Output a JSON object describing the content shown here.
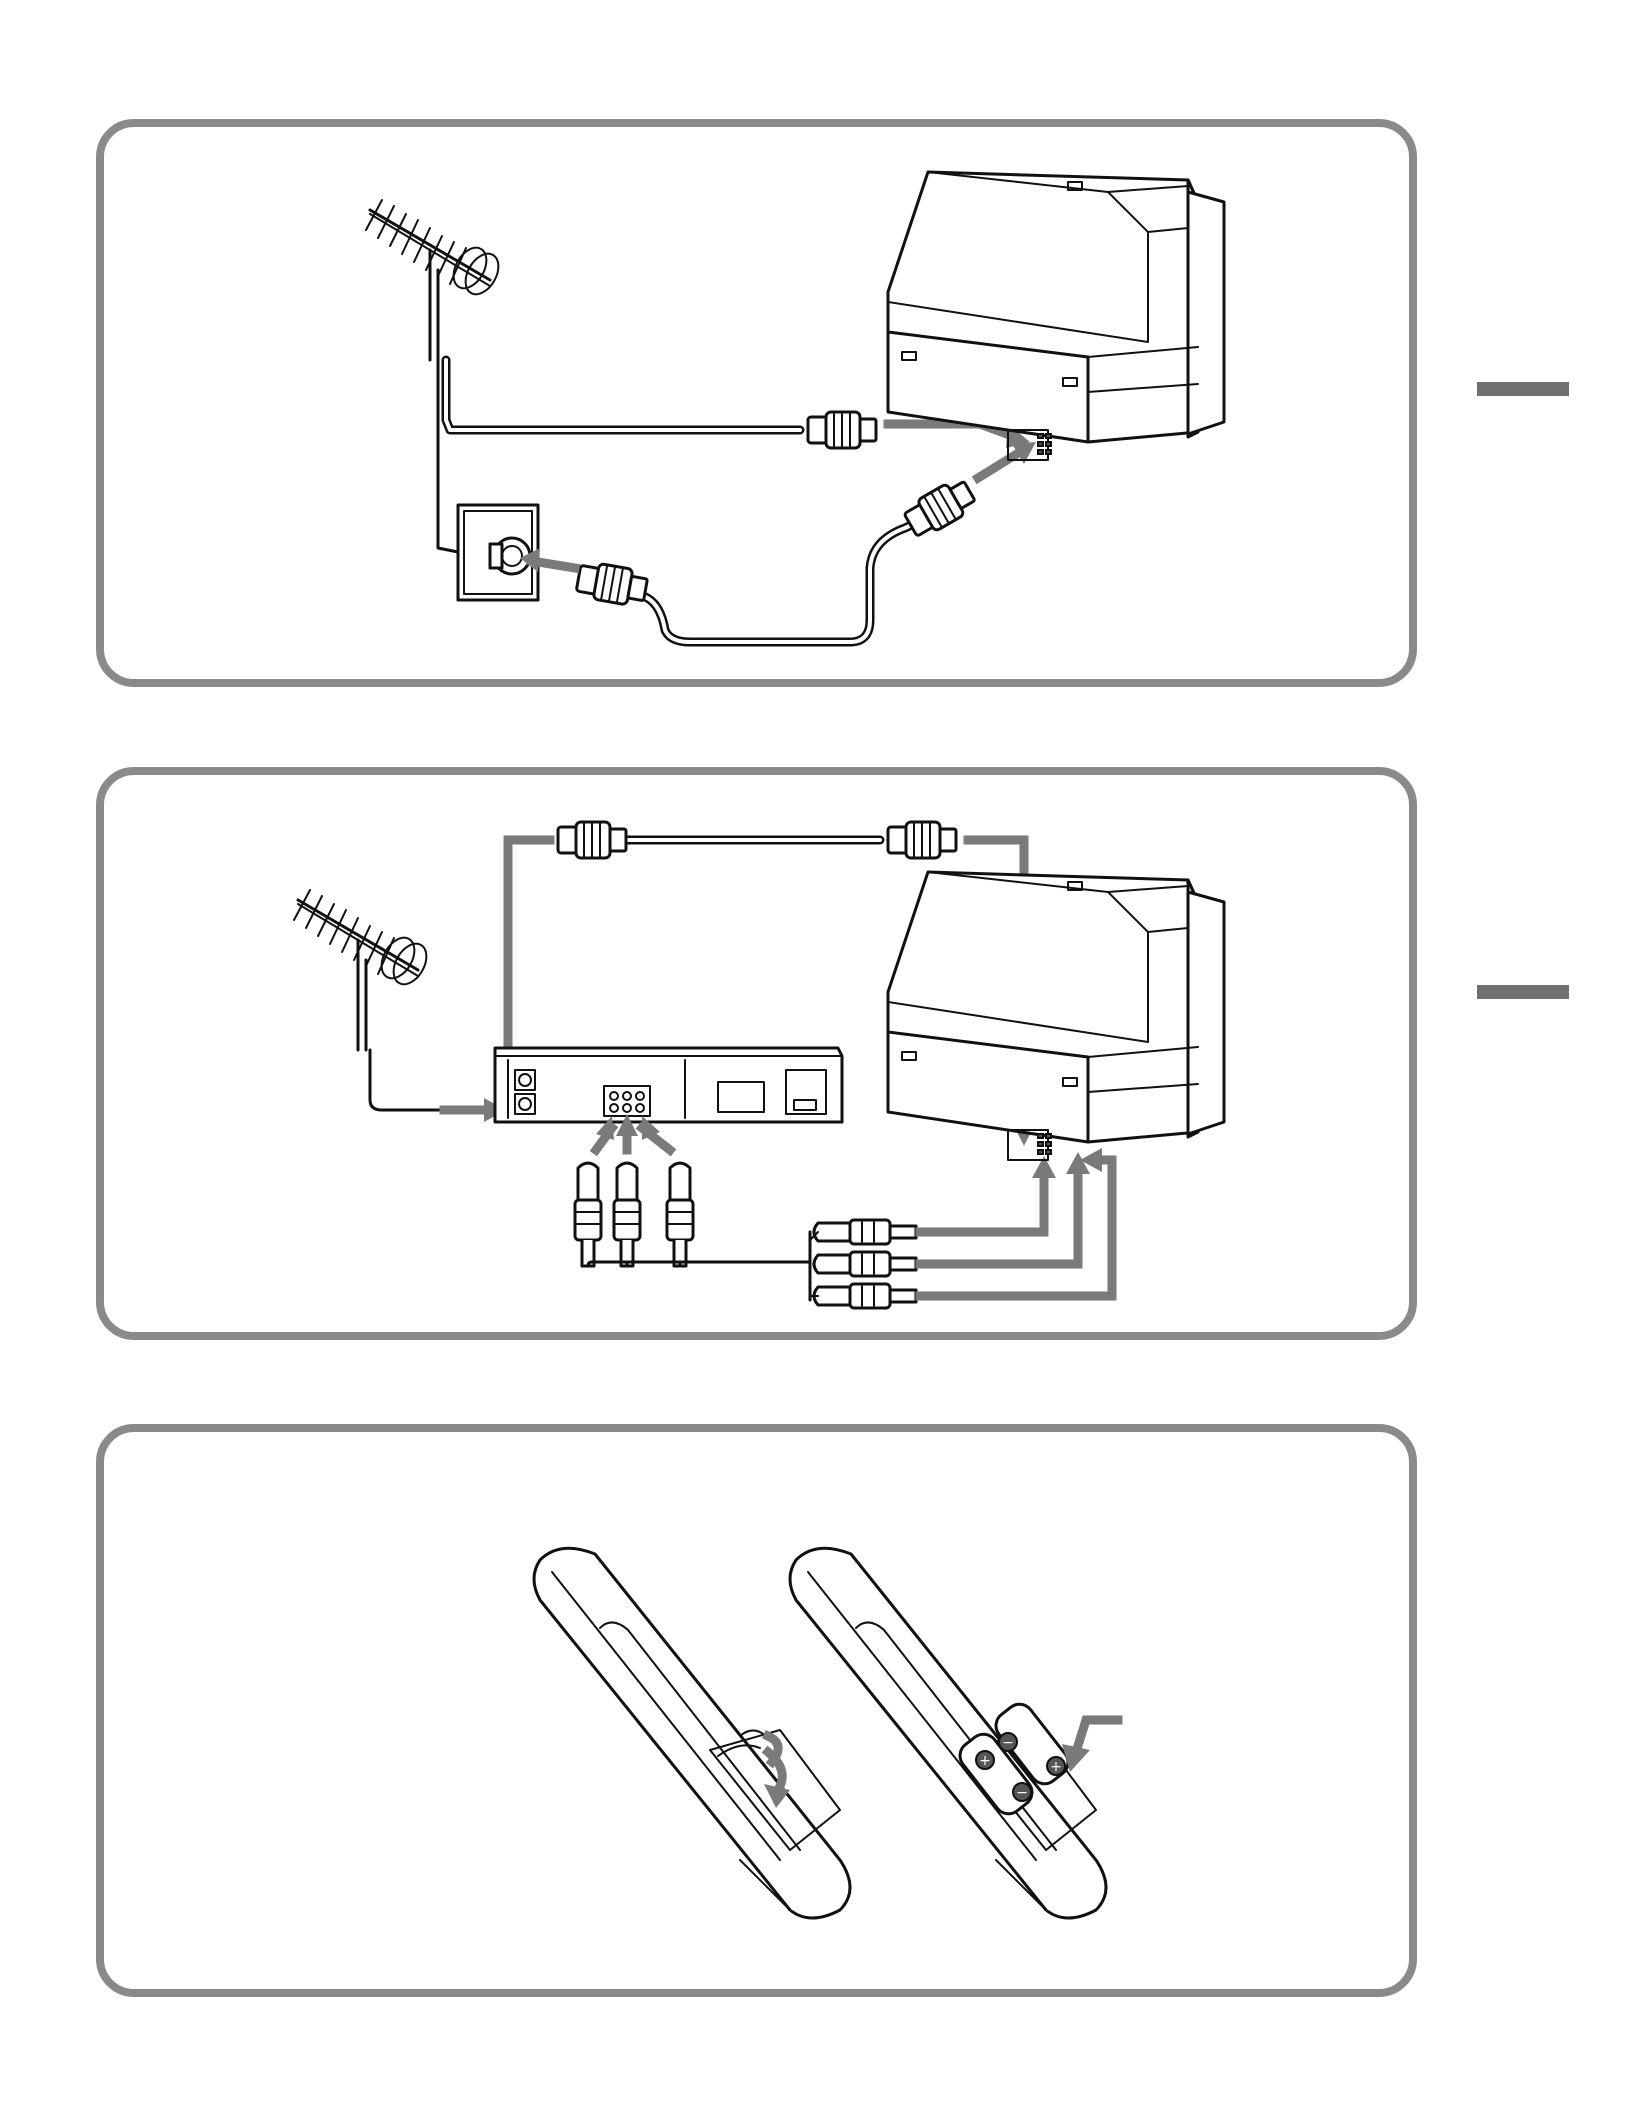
{
  "panels": [
    {
      "id": "antenna-to-tv-connection"
    },
    {
      "id": "antenna-vcr-tv-connection"
    },
    {
      "id": "remote-battery-insertion"
    }
  ],
  "side_marks": 2,
  "colors": {
    "panel_border": "#8a8a8a",
    "arrow": "#7a7a7a",
    "side_mark": "#707070",
    "line": "#111111"
  },
  "icons": [
    "antenna-icon",
    "wall-socket-icon",
    "tv-icon",
    "vcr-icon",
    "coax-plug-icon",
    "rca-plug-icon",
    "remote-control-icon",
    "battery-icon"
  ]
}
